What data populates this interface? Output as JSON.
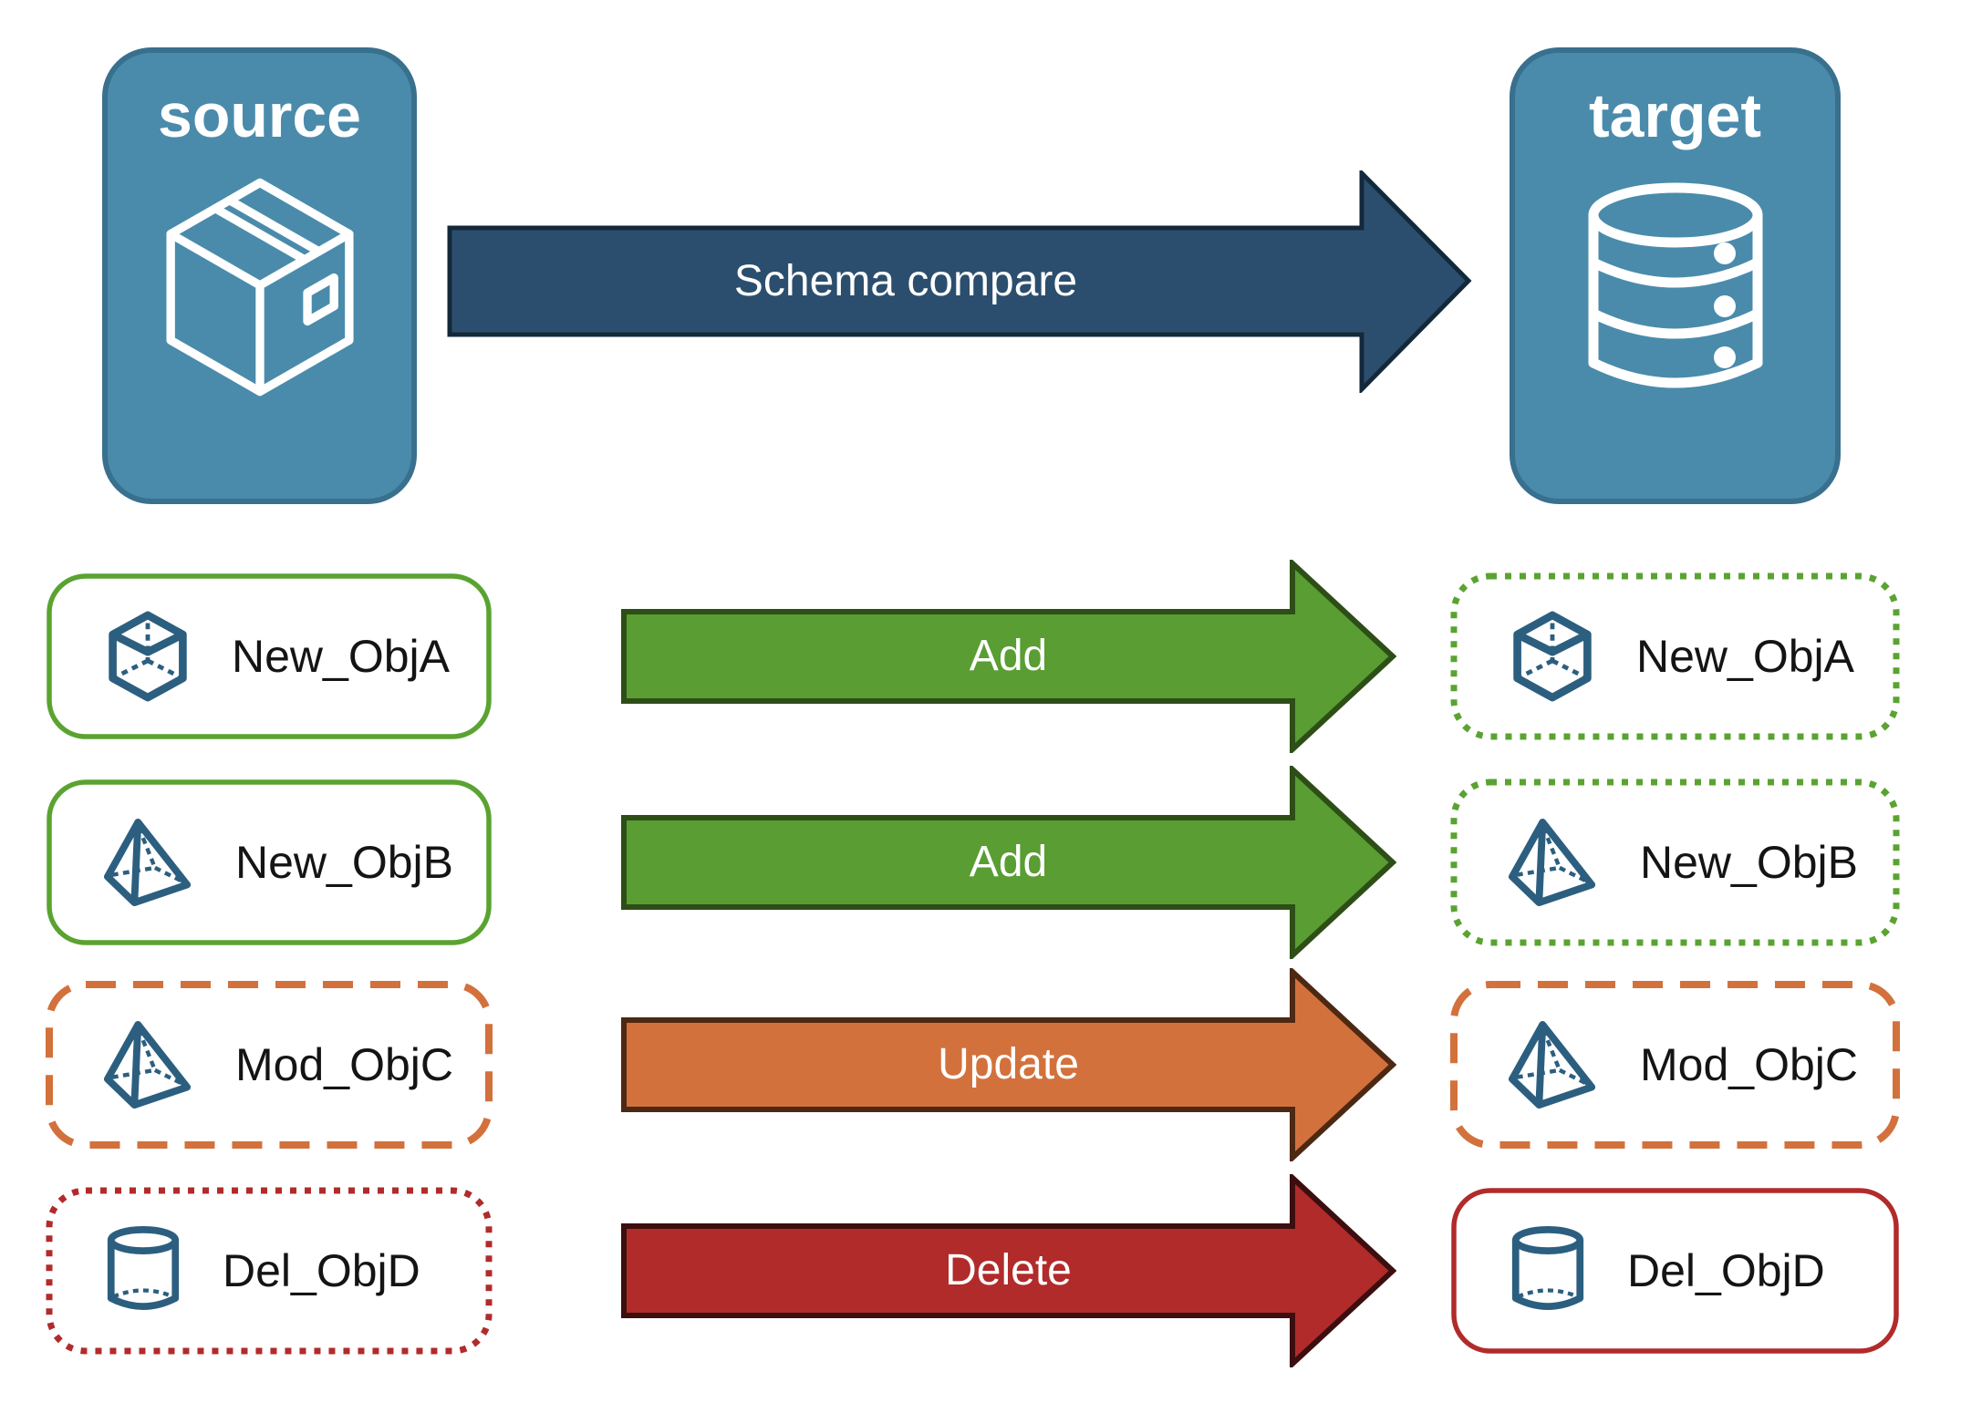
{
  "nodes": {
    "source": {
      "label": "source",
      "icon": "package"
    },
    "target": {
      "label": "target",
      "icon": "database"
    }
  },
  "main_arrow": {
    "label": "Schema compare"
  },
  "rows": [
    {
      "name": "New_ObjA",
      "action": "Add",
      "icon": "cube",
      "source_border": "solid",
      "target_border": "dotted",
      "theme": "green"
    },
    {
      "name": "New_ObjB",
      "action": "Add",
      "icon": "pyramid",
      "source_border": "solid",
      "target_border": "dotted",
      "theme": "green"
    },
    {
      "name": "Mod_ObjC",
      "action": "Update",
      "icon": "pyramid",
      "source_border": "dashed",
      "target_border": "dashed",
      "theme": "orange"
    },
    {
      "name": "Del_ObjD",
      "action": "Delete",
      "icon": "cylinder",
      "source_border": "dotted",
      "target_border": "solid",
      "theme": "red"
    }
  ],
  "colors": {
    "node_fill": "#4A8BAB",
    "node_border": "#38708E",
    "navy_fill": "#2C4E6E",
    "navy_border": "#13293A",
    "green_fill": "#599D33",
    "green_dark": "#2D4E16",
    "green_border": "#5AA331",
    "orange_fill": "#D3713C",
    "orange_dark": "#4D2812",
    "red_fill": "#B12B2B",
    "red_dark": "#3C0E0F",
    "icon_stroke": "#2C5F7F",
    "label_color": "#141414"
  }
}
